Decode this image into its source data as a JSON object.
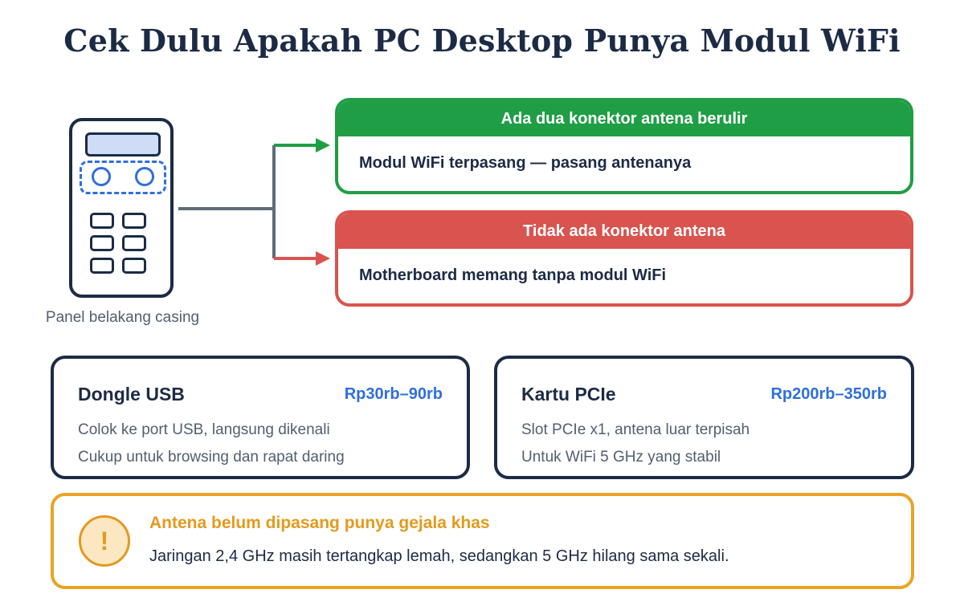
{
  "title": "Cek Dulu Apakah PC Desktop Punya Modul WiFi",
  "case_panel": {
    "label": "Panel belakang casing"
  },
  "outcomes": [
    {
      "heading": "Ada dua konektor antena berulir",
      "result": "Modul WiFi terpasang — pasang antenanya",
      "color": "#1f9e45"
    },
    {
      "heading": "Tidak ada konektor antena",
      "result": "Motherboard memang tanpa modul WiFi",
      "color": "#d9534f"
    }
  ],
  "options": [
    {
      "name": "Dongle USB",
      "price": "Rp30rb–90rb",
      "lines": [
        "Colok ke port USB, langsung dikenali",
        "Cukup untuk browsing dan rapat daring"
      ]
    },
    {
      "name": "Kartu PCIe",
      "price": "Rp200rb–350rb",
      "lines": [
        "Slot PCIe x1, antena luar terpisah",
        "Untuk WiFi 5 GHz yang stabil"
      ]
    }
  ],
  "warning": {
    "icon": "exclamation-icon",
    "symbol": "!",
    "title": "Antena belum dipasang punya gejala khas",
    "text": "Jaringan 2,4 GHz masih tertangkap lemah, sedangkan 5 GHz hilang sama sekali."
  },
  "colors": {
    "navy": "#1c2b45",
    "accent_blue": "#2f6fdc",
    "connector_gray": "#5f6b7a",
    "warning": "#e9a426"
  }
}
